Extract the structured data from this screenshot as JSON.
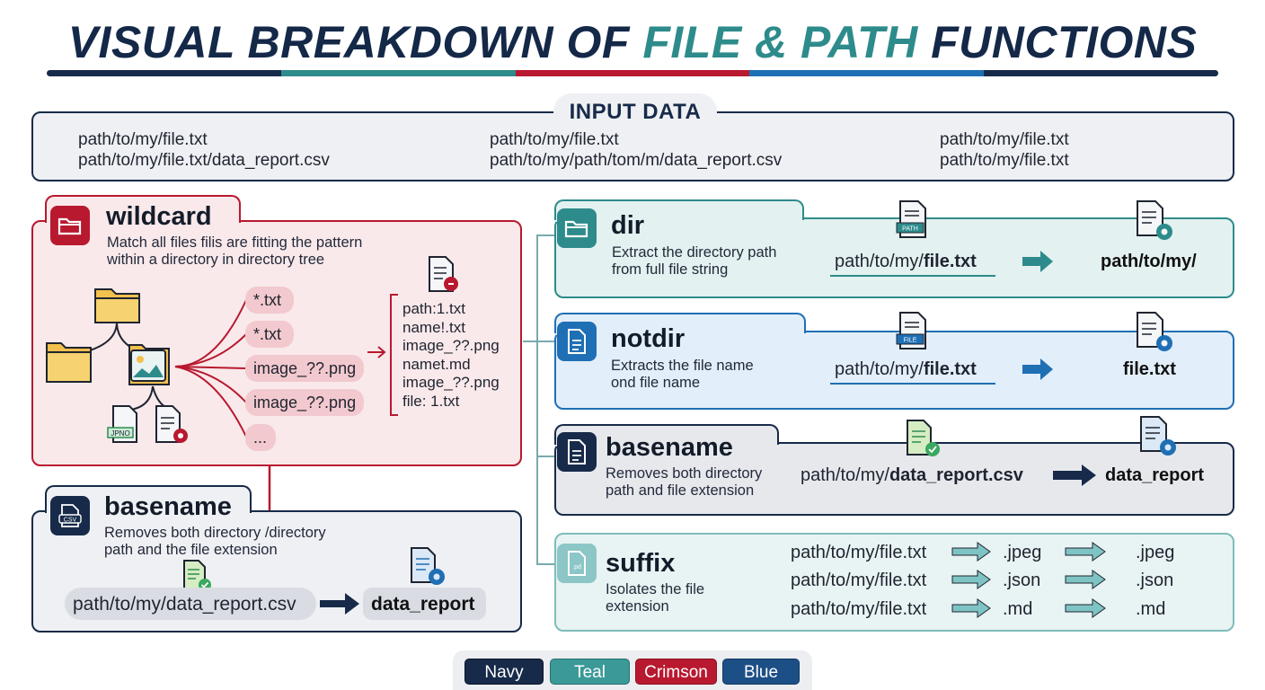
{
  "title": {
    "prefix": "VISUAL BREAKDOWN OF ",
    "accent": "FILE & PATH",
    "suffix": " FUNCTIONS"
  },
  "colors": {
    "navy": "#172a49",
    "teal": "#2e8b8b",
    "crimson": "#b8192f",
    "blue": "#1f6fb5"
  },
  "input": {
    "label": "INPUT DATA",
    "col1": [
      "path/to/my/file.txt",
      "path/to/my/file.txt/data_report.csv"
    ],
    "col2": [
      "path/to/my/file.txt",
      "path/to/my/path/tom/m/data_report.csv"
    ],
    "col3": [
      "path/to/my/file.txt",
      "path/to/my/file.txt"
    ]
  },
  "wildcard": {
    "title": "wildcard",
    "desc1": "Match all files filis are fitting the pattern",
    "desc2": "within a directory in directory tree",
    "patterns": [
      "*.txt",
      "*.txt",
      "image_??.png",
      "image_??.png",
      "..."
    ],
    "matches": [
      "path:1.txt",
      "name!.txt",
      "image_??.png",
      "namet.md",
      "image_??.png",
      "file: 1.txt"
    ],
    "file_badge": "JPNO"
  },
  "basename_left": {
    "title": "basename",
    "icon_badge": "CSV",
    "desc1": "Removes both directory /directory",
    "desc2": "path and the file extension",
    "input": "path/to/my/data_report.csv",
    "output": "data_report"
  },
  "dir": {
    "title": "dir",
    "desc1": "Extract the directory path",
    "desc2": "from full file string",
    "input_prefix": "path/to/my/",
    "input_bold": "file.txt",
    "output": "path/to/my/",
    "file_badge": "PATH"
  },
  "notdir": {
    "title": "notdir",
    "desc1": "Extracts the file name",
    "desc2": "ond file name",
    "input_prefix": "path/to/my/",
    "input_bold": "file.txt",
    "output": "file.txt",
    "file_badge": "FILE"
  },
  "basename_right": {
    "title": "basename",
    "desc1": "Removes both directory",
    "desc2": "path and file extension",
    "input_prefix": "path/to/my/",
    "input_bold": "data_report.csv",
    "output": "data_report"
  },
  "suffix": {
    "title": "suffix",
    "icon_badge": ".pd",
    "desc1": "Isolates the file",
    "desc2": "extension",
    "rows": [
      {
        "input": "path/to/my/file.txt",
        "mid": ".jpeg",
        "out": ".jpeg"
      },
      {
        "input": "path/to/my/file.txt",
        "mid": ".json",
        "out": ".json"
      },
      {
        "input": "path/to/my/file.txt",
        "mid": ".md",
        "out": ".md"
      }
    ]
  },
  "legend": [
    "Navy",
    "Teal",
    "Crimson",
    "Blue"
  ]
}
